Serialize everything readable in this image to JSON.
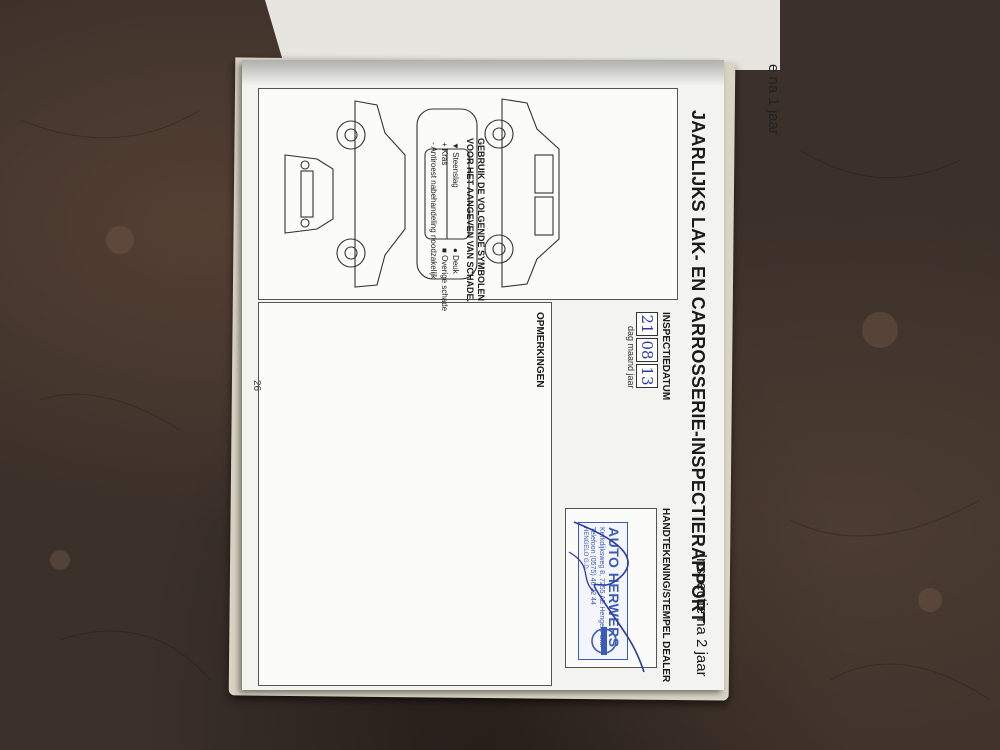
{
  "page": {
    "previous_page_text": "e na 1 jaar",
    "title": "JAARLIJKS LAK- EN CARROSSERIE-INSPECTIERAPPORT",
    "inspection_label_right": "Inspectie na 2 jaar",
    "page_number": "26"
  },
  "inspection_date": {
    "label": "INSPECTIEDATUM",
    "caption": "dag maand jaar",
    "values": [
      "21",
      "08",
      "13"
    ]
  },
  "dealer": {
    "label": "HANDTEKENING/STEMPEL DEALER",
    "stamp_brand": "AUTO HERWERS",
    "stamp_address_line1": "Kerkdijksweg 8, 7255 AE Hengelo Gld.",
    "stamp_address_line2": "Telefoon (0575) 46 22 44",
    "stamp_city": "HENGELO G.D."
  },
  "remarks": {
    "label": "OPMERKINGEN"
  },
  "legend": {
    "title_line1": "GEBRUIK DE VOLGENDE SYMBOLEN",
    "title_line2": "VOOR HET AANGEVEN VAN SCHADE.",
    "items": [
      {
        "symbol": "▼",
        "label": "Steenslag"
      },
      {
        "symbol": "●",
        "label": "Deuk"
      },
      {
        "symbol": "+",
        "label": "Kras"
      },
      {
        "symbol": "■",
        "label": "Overige schade"
      },
      {
        "symbol": "-",
        "label": "Antiroest nabehandeling noodzakelijk"
      }
    ]
  },
  "colors": {
    "ink_blue": "#2a3aa8",
    "stamp_blue": "#3b5bb8"
  }
}
